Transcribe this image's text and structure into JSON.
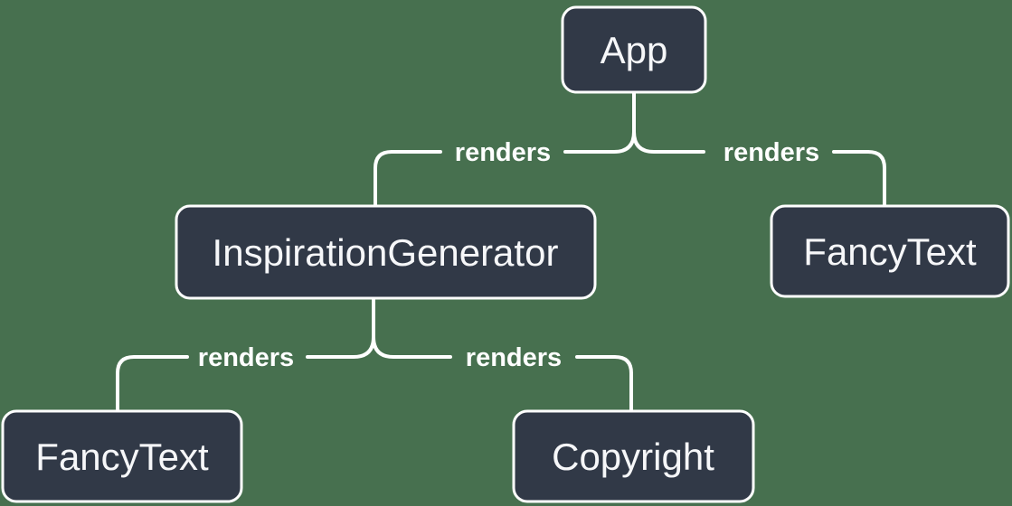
{
  "diagram": {
    "type": "component-render-tree",
    "nodes": {
      "app": "App",
      "inspiration_generator": "InspirationGenerator",
      "fancy_text_top": "FancyText",
      "fancy_text_bottom": "FancyText",
      "copyright": "Copyright"
    },
    "edge_labels": {
      "app_to_inspiration_generator": "renders",
      "app_to_fancy_text": "renders",
      "inspiration_generator_to_fancy_text": "renders",
      "inspiration_generator_to_copyright": "renders"
    }
  },
  "colors": {
    "background": "#47704F",
    "node_fill": "#313947",
    "node_border": "#FFFFFF",
    "edge_line": "#FFFFFF",
    "node_text": "#F6F7F9",
    "edge_label_text": "#FFFFFF"
  }
}
